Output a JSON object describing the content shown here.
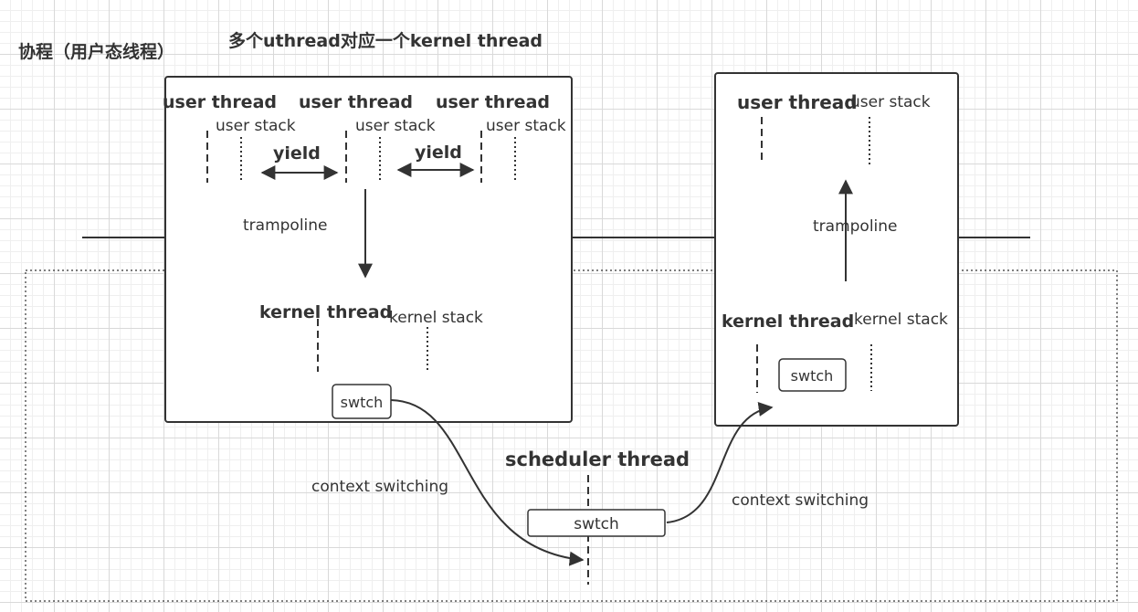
{
  "title": "协程（用户态线程）",
  "subtitle": "多个uthread对应一个kernel thread",
  "left_box": {
    "user_threads": [
      {
        "label": "user thread",
        "stack": "user stack"
      },
      {
        "label": "user thread",
        "stack": "user stack"
      },
      {
        "label": "user thread",
        "stack": "user stack"
      }
    ],
    "yield_1": "yield",
    "yield_2": "yield",
    "trampoline": "trampoline",
    "kernel_thread": "kernel thread",
    "kernel_stack": "kernel  stack",
    "switch": "swtch"
  },
  "right_box": {
    "user_thread": "user thread",
    "user_stack": "user stack",
    "trampoline": "trampoline",
    "kernel_thread": "kernel thread",
    "kernel_stack": "kernel  stack",
    "switch": "swtch"
  },
  "scheduler": {
    "label": "scheduler thread",
    "switch": "swtch"
  },
  "context_switching_left": "context switching",
  "context_switching_right": "context switching",
  "colors": {
    "line": "#333333",
    "box_fill": "#ffffff",
    "grid": "#d9d9d9"
  }
}
